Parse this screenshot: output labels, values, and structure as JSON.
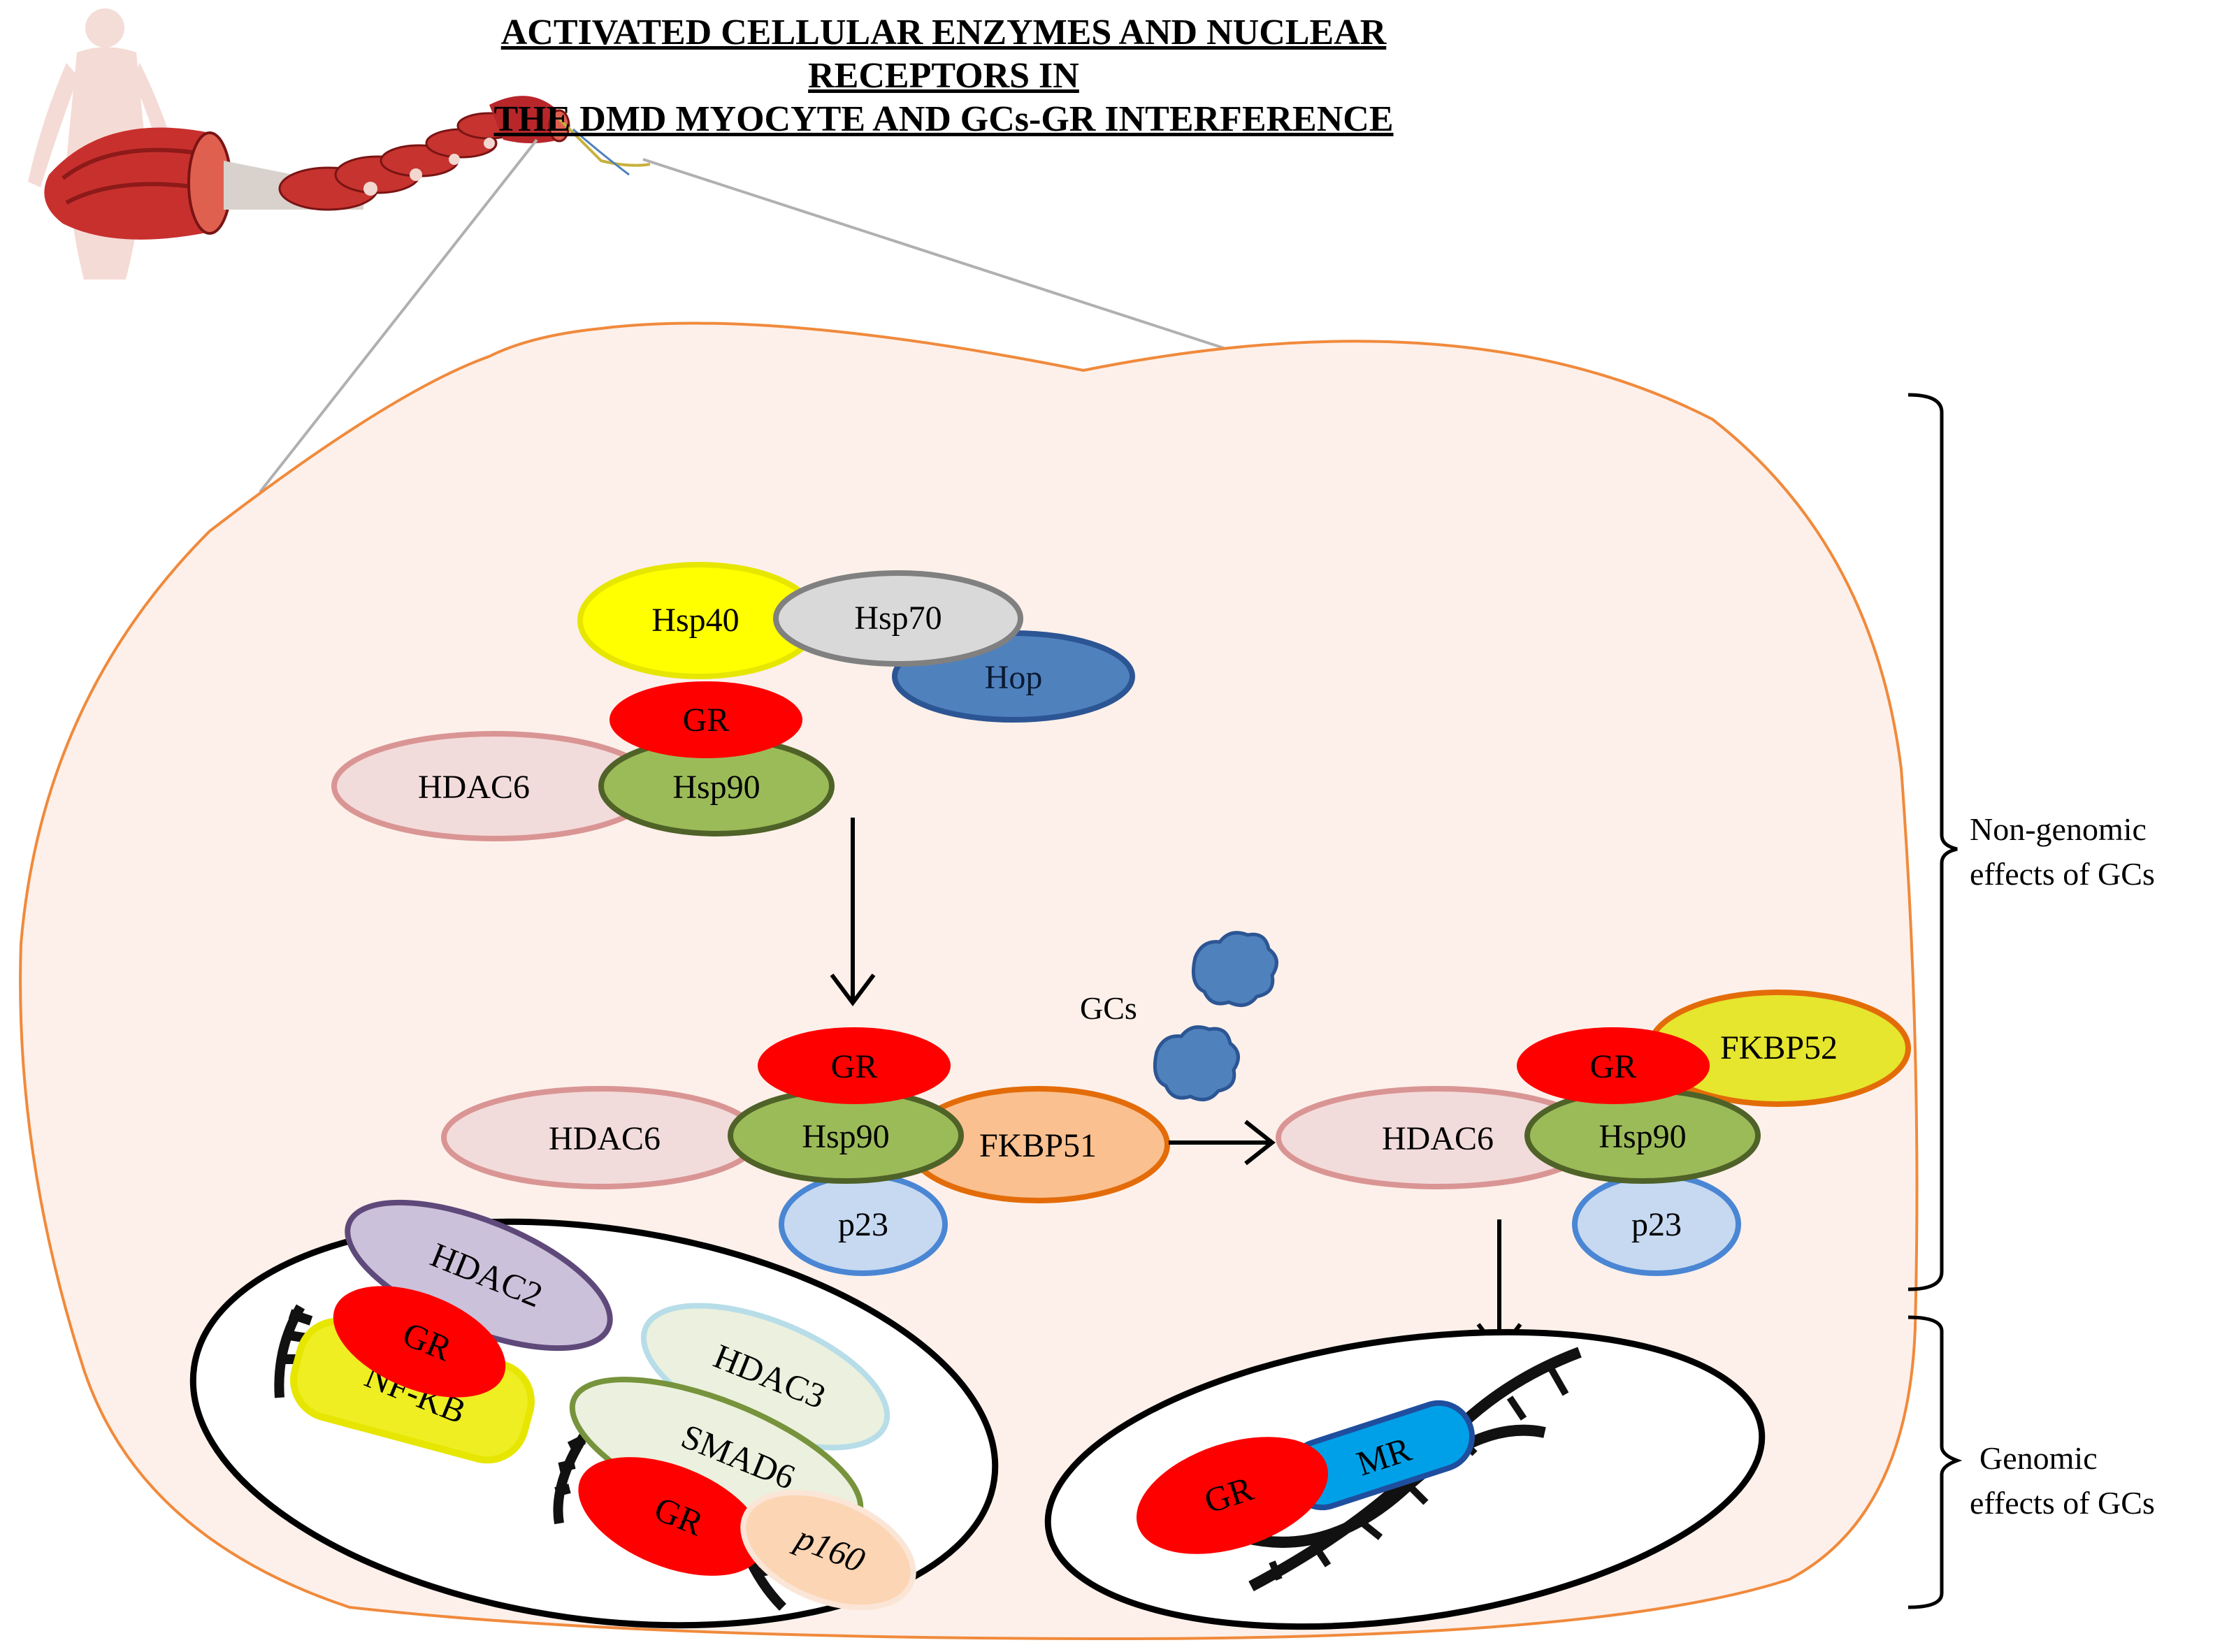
{
  "title": {
    "line1": "ACTIVATED CELLULAR ENZYMES AND NUCLEAR RECEPTORS IN",
    "line2": "THE DMD MYOCYTE AND GCs-GR INTERFERENCE"
  },
  "brackets": {
    "non_genomic_line1": "Non-genomic",
    "non_genomic_line2": "effects of GCs",
    "genomic_line1": "Genomic",
    "genomic_line2": "effects of GCs"
  },
  "upper_complex": {
    "hsp40": "Hsp40",
    "hsp70": "Hsp70",
    "hop": "Hop",
    "gr": "GR",
    "hdac6": "HDAC6",
    "hsp90": "Hsp90"
  },
  "middle_complex": {
    "gr": "GR",
    "hdac6": "HDAC6",
    "hsp90": "Hsp90",
    "fkbp51": "FKBP51",
    "p23": "p23"
  },
  "right_complex": {
    "gr": "GR",
    "fkbp52": "FKBP52",
    "hdac6": "HDAC6",
    "hsp90": "Hsp90",
    "p23": "p23"
  },
  "gcs_label": "GCs",
  "left_nucleus": {
    "hdac2": "HDAC2",
    "gr_top": "GR",
    "nfkb": "NF-KB",
    "hdac3": "HDAC3",
    "smad6": "SMAD6",
    "gr_bottom": "GR",
    "p160": "p160"
  },
  "right_nucleus": {
    "gr": "GR",
    "mr": "MR"
  },
  "colors": {
    "cell_fill": "#fdf0ea",
    "cell_border": "#f08a3c",
    "gr_red": "#ff0000",
    "hsp90_green": "#9bbb59",
    "hsp90_border": "#4f6228",
    "hdac6_fill": "#f2dcdb",
    "hdac6_border": "#d99594",
    "hsp40_yellow": "#ffff00",
    "hsp70_grey": "#d9d9d9",
    "hop_blue": "#4f81bd",
    "fkbp51_fill": "#fac090",
    "fkbp51_border": "#e36c09",
    "fkbp52_fill": "#e6e62e",
    "p23_fill": "#c6d9f1",
    "p23_border": "#4a86d4",
    "hdac2_fill": "#ccc1da",
    "hdac2_border": "#5f497a",
    "hdac3_fill": "#ebf1de",
    "hdac3_border": "#b7dde8",
    "smad6_border": "#77933c",
    "p160_fill": "#fcd5b4",
    "nfkb_fill": "#eeee22",
    "mr_blue": "#00a0e8",
    "gcs_blue": "#4f81bd"
  },
  "icons": [
    "muscle-anatomy-image",
    "dna-helix-icon",
    "gcs-molecule-icon"
  ]
}
